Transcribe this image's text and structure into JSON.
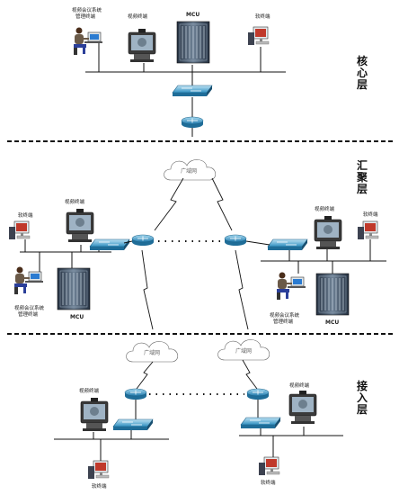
{
  "layers": {
    "core": "核心层",
    "aggregation": "汇聚层",
    "access": "接入层"
  },
  "labels": {
    "mgmt_terminal": "视频会议系统管理终端",
    "video_terminal": "视频终端",
    "soft_terminal": "软终端",
    "mcu": "MCU",
    "wan": "广域网"
  }
}
